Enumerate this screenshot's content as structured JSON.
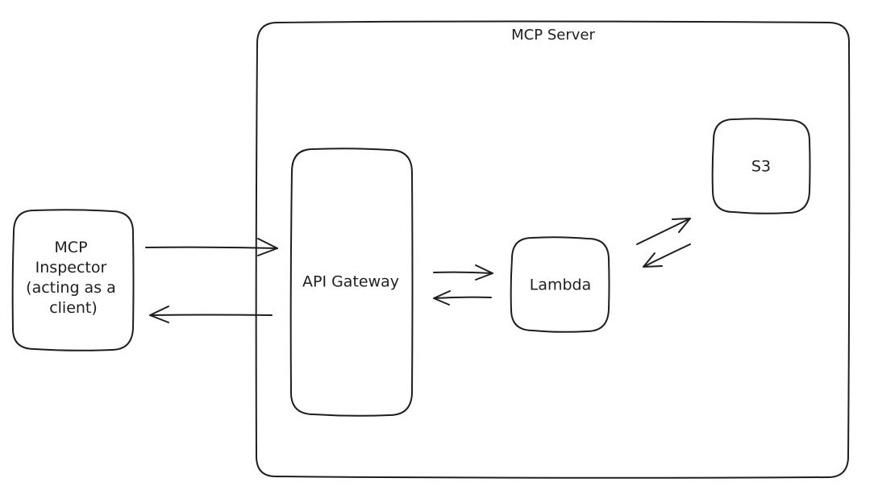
{
  "diagram": {
    "server_label": "MCP Server",
    "client": {
      "lines": [
        "MCP",
        "Inspector",
        "(acting as a",
        "client)"
      ]
    },
    "api_gateway": {
      "label": "API Gateway"
    },
    "lambda": {
      "label": "Lambda"
    },
    "s3": {
      "label": "S3"
    }
  },
  "colors": {
    "stroke": "#1e1e1e",
    "background": "#ffffff"
  }
}
